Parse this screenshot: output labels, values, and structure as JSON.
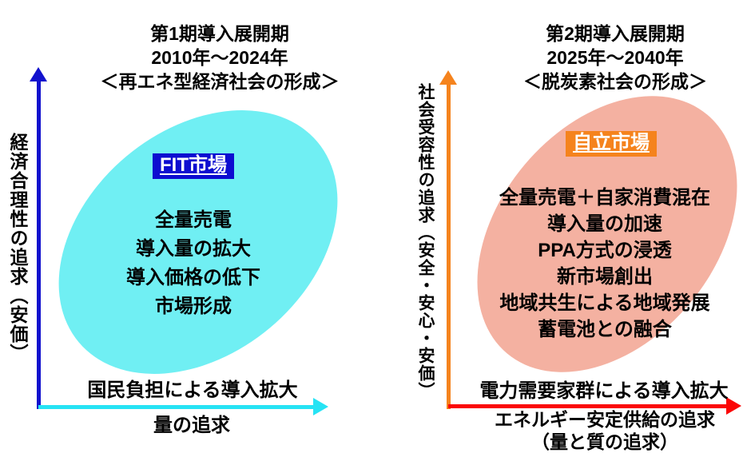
{
  "colors": {
    "axis_blue": "#1212CE",
    "axis_cyan": "#26E3F4",
    "axis_orange": "#F5831D",
    "axis_red": "#FB0606",
    "ellipse_cyan": "#70EFF3",
    "ellipse_pink": "#F4B1A1",
    "fit_label_bg": "#0D0DD0",
    "jiritsu_label_bg": "#F5831D"
  },
  "left_panel": {
    "header": {
      "line1": "第1期導入展開期",
      "line2": "2010年～2024年",
      "line3": "＜再エネ型経済社会の形成＞"
    },
    "market_label": "FIT市場",
    "ellipse_items": [
      "全量売電",
      "導入量の拡大",
      "導入価格の低下",
      "市場形成"
    ],
    "y_axis_label": "経済合理性の追求（安価）",
    "x_axis_note": "国民負担による導入拡大",
    "x_axis_label": "量の追求"
  },
  "right_panel": {
    "header": {
      "line1": "第2期導入展開期",
      "line2": "2025年～2040年",
      "line3": "＜脱炭素社会の形成＞"
    },
    "market_label": "自立市場",
    "ellipse_items": [
      "全量売電＋自家消費混在",
      "導入量の加速",
      "PPA方式の浸透",
      "新市場創出",
      "地域共生による地域発展",
      "蓄電池との融合"
    ],
    "y_axis_label": "社会受容性の追求（安全・安心・安価）",
    "x_axis_note": "電力需要家群による導入拡大",
    "x_axis_label_line1": "エネルギー安定供給の追求",
    "x_axis_label_line2": "（量と質の追求）"
  }
}
